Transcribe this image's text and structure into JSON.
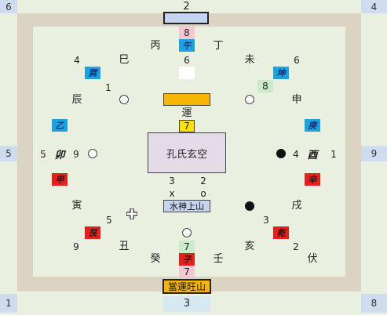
{
  "corners": {
    "top_left": "6",
    "top_right": "4",
    "mid_left": "5",
    "mid_right": "9",
    "bottom_left": "1",
    "bottom_right": "8"
  },
  "top_number": "2",
  "bottom_number": "3",
  "top_labels": {
    "bing": "丙",
    "zi_num": "8",
    "wu": "午",
    "ding": "丁",
    "six": "6"
  },
  "ne": {
    "num_left": "6",
    "label": "未",
    "tile": "坤",
    "small": "8"
  },
  "nw": {
    "num": "4",
    "label": "巳",
    "tile": "巽",
    "small": "1"
  },
  "row1": {
    "chen": "辰",
    "shen": "申"
  },
  "east_left": {
    "yi": "乙",
    "num5": "5",
    "mao": "卯",
    "num9": "9",
    "jia": "甲"
  },
  "east_right": {
    "geng": "庚",
    "num4": "4",
    "you": "酉",
    "num1": "1",
    "xin": "辛"
  },
  "center": {
    "yun_label": "運",
    "yun_num": "7",
    "title": "孔氏玄空",
    "n1": "3",
    "n2": "2",
    "x": "x",
    "o": "o",
    "water_label": "水神上山"
  },
  "lower": {
    "yin": "寅",
    "five": "5",
    "xu": "戌",
    "three": "3",
    "gen": "艮",
    "qian": "乾",
    "nine": "9",
    "two": "2",
    "chou": "丑",
    "hai": "亥",
    "fu": "伏"
  },
  "bottom_labels": {
    "gui": "癸",
    "seven_g": "7",
    "zi": "子",
    "ren": "壬",
    "seven_r": "7"
  },
  "banner": "當運旺山",
  "colors": {
    "accent_blue": "#1ba3dd",
    "accent_red": "#e3201b",
    "yellow": "#ffcc00",
    "orange": "#f7b500"
  }
}
